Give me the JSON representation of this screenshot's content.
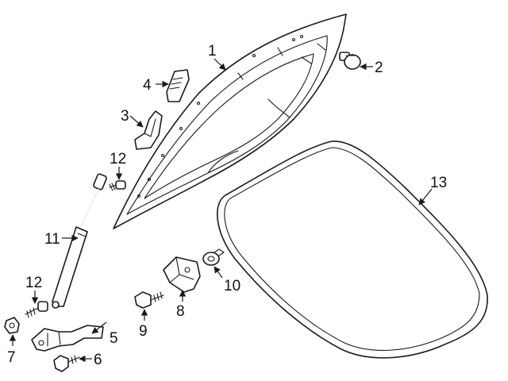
{
  "diagram": {
    "callouts": [
      {
        "id": "1",
        "label": "1"
      },
      {
        "id": "2",
        "label": "2"
      },
      {
        "id": "3",
        "label": "3"
      },
      {
        "id": "4",
        "label": "4"
      },
      {
        "id": "5",
        "label": "5"
      },
      {
        "id": "6",
        "label": "6"
      },
      {
        "id": "7",
        "label": "7"
      },
      {
        "id": "8",
        "label": "8"
      },
      {
        "id": "9",
        "label": "9"
      },
      {
        "id": "10",
        "label": "10"
      },
      {
        "id": "11",
        "label": "11"
      },
      {
        "id": "12a",
        "label": "12"
      },
      {
        "id": "12b",
        "label": "12"
      },
      {
        "id": "13",
        "label": "13"
      }
    ],
    "colors": {
      "line": "#1a1a1a",
      "background": "#ffffff"
    }
  }
}
